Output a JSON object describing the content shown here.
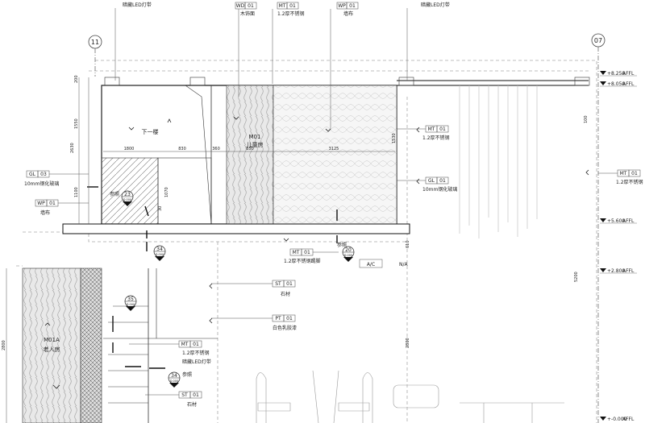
{
  "grid": {
    "left": "11",
    "right": "07"
  },
  "top_labels": {
    "led_strip_left": "暗藏LED灯带",
    "wd": {
      "code": "WD",
      "num": "01",
      "desc": "木饰面"
    },
    "mt": {
      "code": "MT",
      "num": "01",
      "desc": "1.2厚不锈钢"
    },
    "wp": {
      "code": "WP",
      "num": "01",
      "desc": "墙布"
    },
    "led_strip_right": "暗藏LED灯带"
  },
  "rooms": {
    "upper": {
      "code": "M01",
      "name": "儿童房"
    },
    "lower": {
      "code": "M01A",
      "name": "老人房"
    },
    "stair": "下一楼"
  },
  "left_tags": [
    {
      "code": "GL",
      "num": "03",
      "desc": "10mm钢化玻璃"
    },
    {
      "code": "WP",
      "num": "01",
      "desc": "墙布"
    }
  ],
  "right_tags": [
    {
      "code": "MT",
      "num": "01",
      "desc": "1.2厚不锈钢"
    },
    {
      "code": "GL",
      "num": "01",
      "desc": "10mm钢化玻璃"
    },
    {
      "code": "MT",
      "num": "01",
      "desc": "1.2厚不锈钢"
    }
  ],
  "mid_tags": [
    {
      "code": "MT",
      "num": "01",
      "desc": "1.2厚不锈钢踢脚"
    },
    {
      "code": "ST",
      "num": "01",
      "desc": "石材"
    },
    {
      "code": "PT",
      "num": "01",
      "desc": "白色乳胶漆"
    },
    {
      "code": "MT",
      "num": "01",
      "desc": "1.2厚不锈钢"
    },
    {
      "code": "ST",
      "num": "01",
      "desc": "石材"
    }
  ],
  "extra_labels": {
    "hidden_led": "暗藏LED灯带",
    "ref": "参照",
    "ac": "A/C",
    "na": "N/A"
  },
  "callouts": [
    {
      "num": "23",
      "sheet": "D.000"
    },
    {
      "num": "34",
      "sheet": "D.000"
    },
    {
      "num": "20",
      "sheet": "D.000"
    },
    {
      "num": "35",
      "sheet": "D.000"
    },
    {
      "num": "34",
      "sheet": "D.000"
    }
  ],
  "dims": {
    "horizontal": [
      "1800",
      "830",
      "360",
      "850",
      "3125"
    ],
    "vertical_left": [
      "200",
      "1550",
      "2630",
      "1100"
    ],
    "vertical_mid": [
      "1070",
      "30",
      "610",
      "1530"
    ],
    "vertical_right": [
      "100",
      "5200"
    ],
    "lower_left": "2800",
    "lower_right": "2800"
  },
  "levels": [
    {
      "value": "+8.250",
      "unit": "AFFL"
    },
    {
      "value": "+8.050",
      "unit": "AFFL"
    },
    {
      "value": "+5.600",
      "unit": "AFFL"
    },
    {
      "value": "+2.800",
      "unit": "AFFL"
    },
    {
      "value": "+-0.000",
      "unit": "AFFL"
    }
  ]
}
